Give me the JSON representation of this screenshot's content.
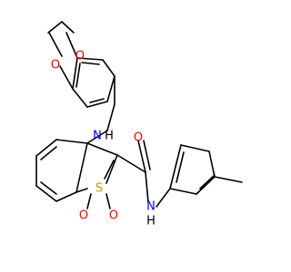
{
  "structure": {
    "atom_labels": {
      "o_dioxole_top": "O",
      "o_dioxole_left": "O",
      "n_amine": "N",
      "h_amine": "H",
      "o_carbonyl": "O",
      "s_sulfone": "S",
      "o_sulfone_left": "O",
      "o_sulfone_right": "O",
      "n_amide": "N",
      "h_amide": "H"
    },
    "colors": {
      "bond": "#000000",
      "carbon": "#000000",
      "oxygen": "#ff0000",
      "nitrogen": "#0000ff",
      "sulfur": "#b8a000"
    }
  }
}
